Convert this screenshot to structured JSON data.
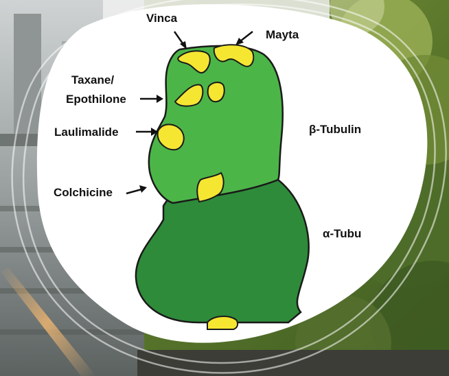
{
  "figure": {
    "labels": {
      "vinca": "Vinca",
      "maytansine": "Mayta",
      "taxane_line1": "Taxane/",
      "taxane_line2": "Epothilone",
      "laulimalide": "Laulimalide",
      "colchicine": "Colchicine",
      "beta_tubulin": "β-Tubulin",
      "alpha_tubulin": "α-Tubu"
    },
    "colors": {
      "beta_tubulin_fill": "#4cb548",
      "alpha_tubulin_fill": "#2e8b3a",
      "binding_site_fill": "#f5e632",
      "outline": "#1a1a1a"
    }
  },
  "background": {
    "description_icons": [
      "stone-building",
      "tree-foliage",
      "sun-glare-streak"
    ]
  }
}
